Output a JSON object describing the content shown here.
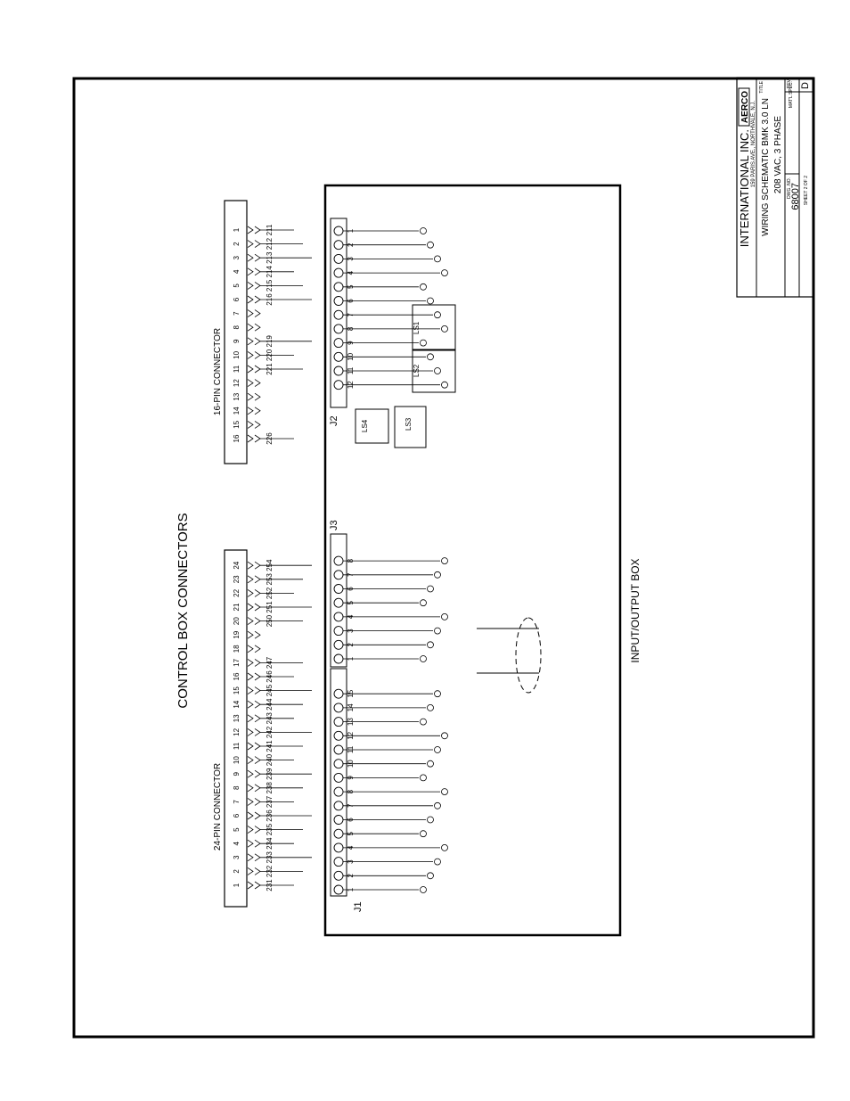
{
  "diagram": {
    "heading": "CONTROL BOX CONNECTORS",
    "io_box_label": "INPUT/OUTPUT BOX",
    "connector16": {
      "label": "16-PIN CONNECTOR",
      "pins": [
        "1",
        "2",
        "3",
        "4",
        "5",
        "6",
        "7",
        "8",
        "9",
        "10",
        "11",
        "12",
        "13",
        "14",
        "15",
        "16"
      ],
      "wires": [
        {
          "pin": "1",
          "num": "211"
        },
        {
          "pin": "2",
          "num": "212"
        },
        {
          "pin": "3",
          "num": "213"
        },
        {
          "pin": "4",
          "num": "214"
        },
        {
          "pin": "5",
          "num": "215"
        },
        {
          "pin": "6",
          "num": "216"
        },
        {
          "pin": "9",
          "num": "219"
        },
        {
          "pin": "10",
          "num": "220"
        },
        {
          "pin": "11",
          "num": "221"
        },
        {
          "pin": "16",
          "num": "226"
        }
      ]
    },
    "connector24": {
      "label": "24-PIN CONNECTOR",
      "pins": [
        "1",
        "2",
        "3",
        "4",
        "5",
        "6",
        "7",
        "8",
        "9",
        "10",
        "11",
        "12",
        "13",
        "14",
        "15",
        "16",
        "17",
        "18",
        "19",
        "20",
        "21",
        "22",
        "23",
        "24"
      ],
      "wires": [
        {
          "pin": "1",
          "num": "231"
        },
        {
          "pin": "2",
          "num": "232"
        },
        {
          "pin": "3",
          "num": "233"
        },
        {
          "pin": "4",
          "num": "234"
        },
        {
          "pin": "5",
          "num": "235"
        },
        {
          "pin": "6",
          "num": "236"
        },
        {
          "pin": "7",
          "num": "237"
        },
        {
          "pin": "8",
          "num": "238"
        },
        {
          "pin": "9",
          "num": "239"
        },
        {
          "pin": "10",
          "num": "240"
        },
        {
          "pin": "11",
          "num": "241"
        },
        {
          "pin": "12",
          "num": "242"
        },
        {
          "pin": "13",
          "num": "243"
        },
        {
          "pin": "14",
          "num": "244"
        },
        {
          "pin": "15",
          "num": "245"
        },
        {
          "pin": "16",
          "num": "246"
        },
        {
          "pin": "17",
          "num": "247"
        },
        {
          "pin": "20",
          "num": "250"
        },
        {
          "pin": "21",
          "num": "251"
        },
        {
          "pin": "22",
          "num": "252"
        },
        {
          "pin": "23",
          "num": "253"
        },
        {
          "pin": "24",
          "num": "254"
        }
      ]
    },
    "terminal_blocks": {
      "j1": {
        "label": "J1",
        "terminals": [
          "1",
          "2",
          "3",
          "4",
          "5",
          "6",
          "7",
          "8",
          "9",
          "10",
          "11",
          "12",
          "13",
          "14",
          "15"
        ]
      },
      "j2": {
        "label": "J2",
        "terminals": [
          "1",
          "2",
          "3",
          "4",
          "5",
          "6",
          "7",
          "8",
          "9",
          "10",
          "11",
          "12"
        ]
      },
      "j3": {
        "label": "J3",
        "terminals": [
          "1",
          "2",
          "3",
          "4",
          "5",
          "6",
          "7",
          "8"
        ]
      }
    },
    "relays": [
      "LS1",
      "LS2",
      "LS3",
      "LS4"
    ]
  },
  "title_block": {
    "logo": "AERCO",
    "company": "INTERNATIONAL INC.",
    "address": "159 PARIS AVE., NORTHVALE, N.J.",
    "title_caption": "TITLE",
    "title_line1": "WIRING SCHEMATIC BMK 3.0 LN",
    "title_line2": "208 VAC, 3 PHASE",
    "matl_caption": "MAT'L SPEC.",
    "dwg_caption": "DWG. NO.",
    "dwg_no": "68007",
    "sheet": "SHEET 2 OF 2",
    "rev_caption": "REV",
    "rev": "D"
  }
}
